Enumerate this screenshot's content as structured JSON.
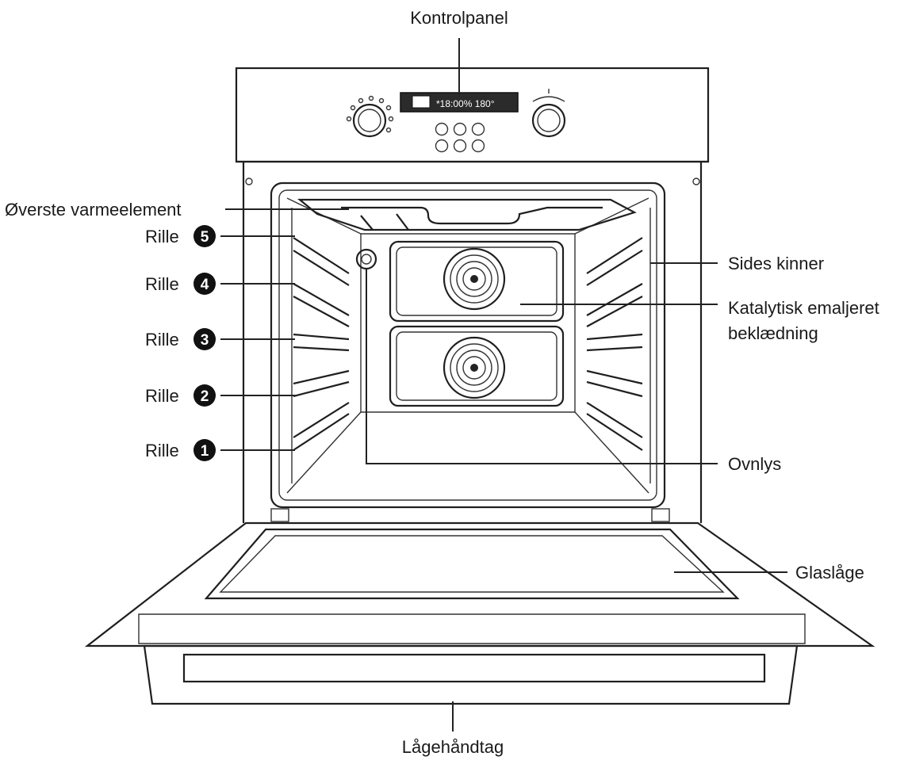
{
  "labels": {
    "control_panel": "Kontrolpanel",
    "top_heating_element": "Øverste varmeelement",
    "side_rails": "Sides kinner",
    "catalytic_line1": "Katalytisk emaljeret",
    "catalytic_line2": "beklædning",
    "oven_light": "Ovnlys",
    "glass_door": "Glaslåge",
    "door_handle": "Lågehåndtag"
  },
  "shelves": [
    {
      "label": "Rille",
      "number": "5"
    },
    {
      "label": "Rille",
      "number": "4"
    },
    {
      "label": "Rille",
      "number": "3"
    },
    {
      "label": "Rille",
      "number": "2"
    },
    {
      "label": "Rille",
      "number": "1"
    }
  ],
  "display_text": "*18:00% 180°",
  "colors": {
    "ink": "#1f1f1f",
    "badge": "#111111",
    "background": "#ffffff"
  }
}
